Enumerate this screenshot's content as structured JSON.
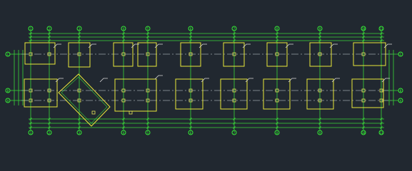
{
  "drawing": {
    "background": "#212830",
    "colors": {
      "grid_line": "#39d639",
      "axis_bubble": "#35f035",
      "footing": "#e9e93a",
      "column": "#e6e65a",
      "centerline": "#9aa3a8",
      "leader": "#d8d8d8"
    },
    "column_axes": [
      "1",
      "2",
      "3",
      "4",
      "5",
      "6",
      "7",
      "8",
      "9",
      "10",
      "11"
    ],
    "row_axes": [
      "C",
      "B",
      "A"
    ]
  }
}
